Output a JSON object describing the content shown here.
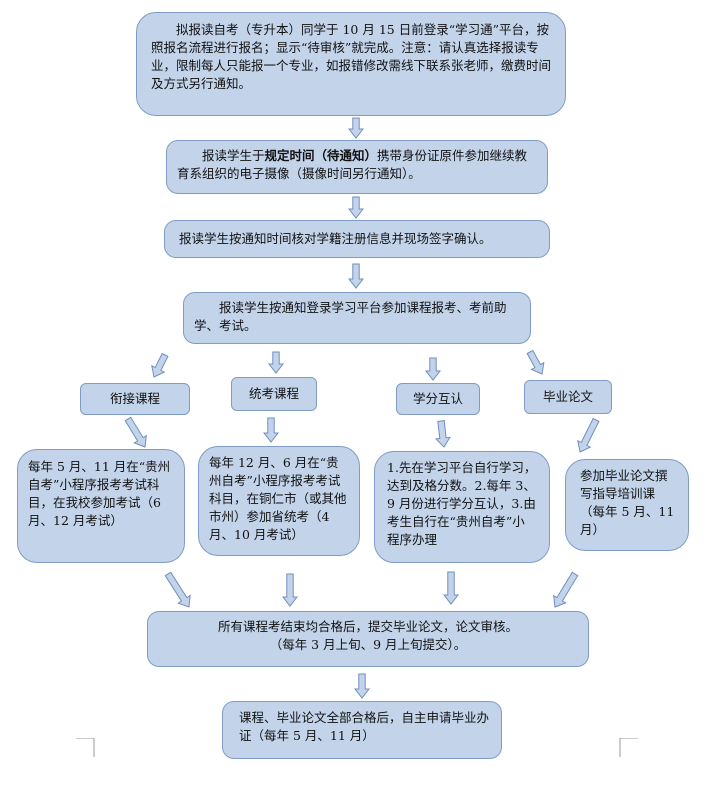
{
  "diagram": {
    "step1": "拟报读自考（专升本）同学于 10 月 15 日前登录“学习通”平台，按照报名流程进行报名；显示“待审核”就完成。注意：请认真选择报读专业，限制每人只能报一个专业，如报错修改需线下联系张老师，缴费时间及方式另行通知。",
    "step2_pre": "报读学生于",
    "step2_bold": "规定时间（待通知）",
    "step2_post": "携带身份证原件参加继续教育系组织的电子摄像（摄像时间另行通知）。",
    "step3": "报读学生按通知时间核对学籍注册信息并现场签字确认。",
    "step4": "报读学生按通知登录学习平台参加课程报考、考前助学、考试。",
    "branches": [
      {
        "title": "衔接课程",
        "detail": "每年 5 月、11 月在“贵州自考”小程序报考考试科目，在我校参加考试（6 月、12 月考试）"
      },
      {
        "title": "统考课程",
        "detail": "每年 12 月、6 月在“贵州自考”小程序报考考试科目，在铜仁市（或其他市州）参加省统考（4 月、10 月考试）"
      },
      {
        "title": "学分互认",
        "detail": "1.先在学习平台自行学习，达到及格分数。2.每年 3、9 月份进行学分互认，3.由考生自行在“贵州自考”小程序办理"
      },
      {
        "title": "毕业论文",
        "detail": "参加毕业论文撰写指导培训课（每年 5 月、11 月）"
      }
    ],
    "step5_line1": "所有课程考结束均合格后，提交毕业论文，论文审核。",
    "step5_line2": "（每年 3 月上旬、9 月上旬提交）。",
    "step6": "课程、毕业论文全部合格后，自主申请毕业办证（每年 5 月、11 月）"
  },
  "colors": {
    "box_fill": "#c3d4ea",
    "box_border": "#7f9cc4",
    "arrow_fill": "#c3d4ea",
    "arrow_stroke": "#6f8fbf"
  }
}
